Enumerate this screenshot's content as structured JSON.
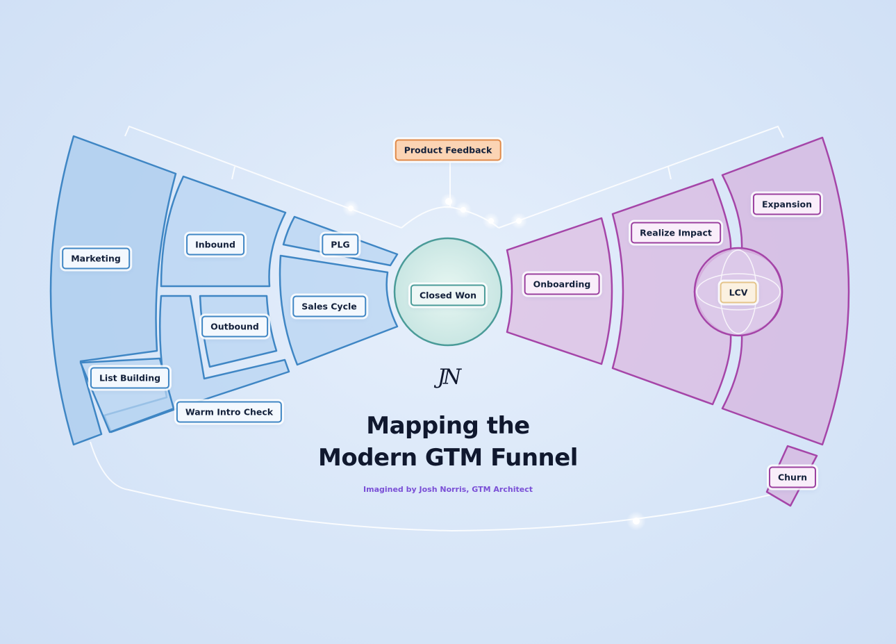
{
  "diagram": {
    "title_line1": "Mapping the",
    "title_line2": "Modern GTM Funnel",
    "subtitle": "Imagined by Josh Norris, GTM Architect",
    "logo_mark": "JN",
    "center": {
      "label": "Closed Won"
    },
    "feedback": {
      "label": "Product Feedback"
    },
    "acquisition": [
      {
        "id": "marketing",
        "label": "Marketing"
      },
      {
        "id": "inbound",
        "label": "Inbound"
      },
      {
        "id": "plg",
        "label": "PLG"
      },
      {
        "id": "outbound",
        "label": "Outbound"
      },
      {
        "id": "sales-cycle",
        "label": "Sales Cycle"
      },
      {
        "id": "list-building",
        "label": "List Building"
      },
      {
        "id": "warm-intro-check",
        "label": "Warm Intro Check"
      }
    ],
    "retention": [
      {
        "id": "onboarding",
        "label": "Onboarding"
      },
      {
        "id": "realize-impact",
        "label": "Realize Impact"
      },
      {
        "id": "expansion",
        "label": "Expansion"
      },
      {
        "id": "lcv",
        "label": "LCV"
      },
      {
        "id": "churn",
        "label": "Churn"
      }
    ],
    "colors": {
      "acquisition": "#3f86c4",
      "retention": "#9a3f9e",
      "center": "#4a9b98",
      "feedback": "#e08a4a",
      "title": "#10182e",
      "subtitle": "#7a4fd6"
    }
  }
}
